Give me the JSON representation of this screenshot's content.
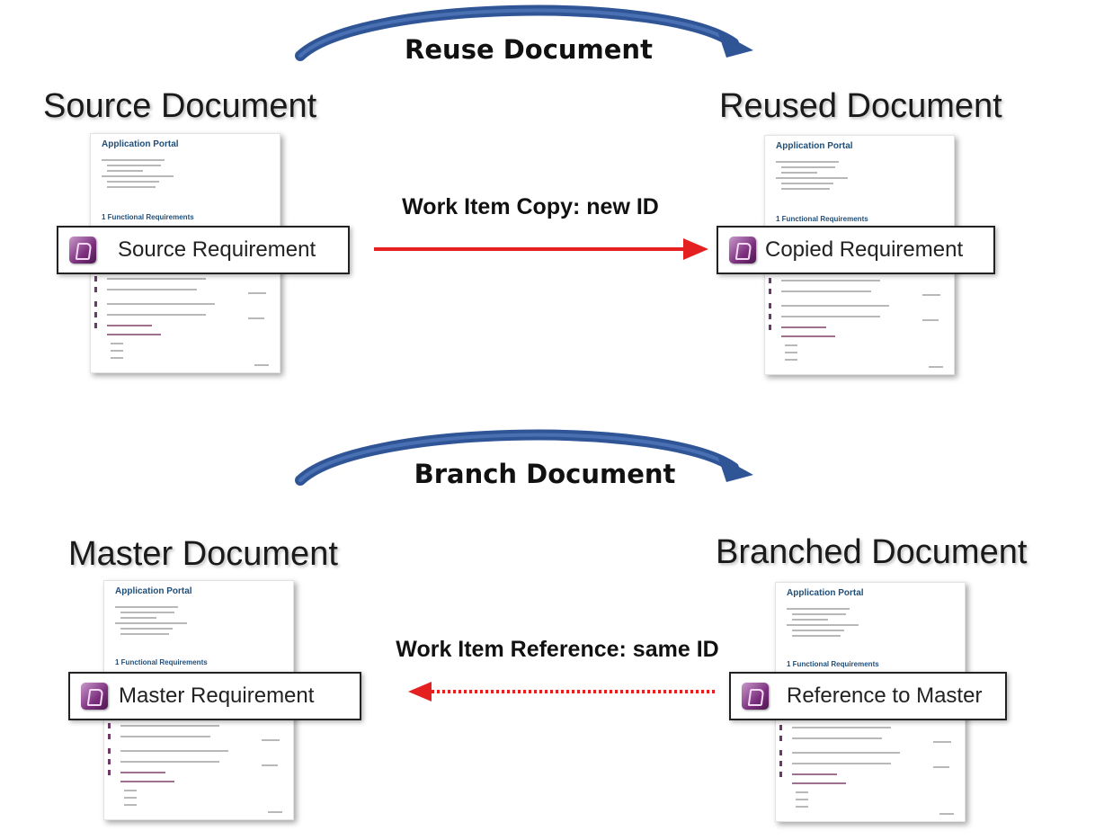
{
  "reuse": {
    "operation_label": "Reuse Document",
    "source": {
      "title": "Source Document",
      "thumbnail_heading": "Application Portal",
      "thumbnail_section": "1 Functional Requirements",
      "requirement_label": "Source Requirement"
    },
    "target": {
      "title": "Reused Document",
      "thumbnail_heading": "Application Portal",
      "thumbnail_section": "1 Functional Requirements",
      "requirement_label": "Copied Requirement"
    },
    "link_label": "Work Item Copy: new ID",
    "link_style": "solid",
    "link_color": "#e52020"
  },
  "branch": {
    "operation_label": "Branch Document",
    "source": {
      "title": "Master Document",
      "thumbnail_heading": "Application Portal",
      "thumbnail_section": "1 Functional Requirements",
      "requirement_label": "Master Requirement"
    },
    "target": {
      "title": "Branched Document",
      "thumbnail_heading": "Application Portal",
      "thumbnail_section": "1 Functional Requirements",
      "requirement_label": "Reference to Master"
    },
    "link_label": "Work Item Reference: same ID",
    "link_style": "dotted",
    "link_color": "#e52020"
  },
  "colors": {
    "curve_arrow": "#2f5597",
    "requirement_icon": "#7b2f7d",
    "thumbnail_heading": "#1f4e79"
  },
  "icons": {
    "curve_arrow": "curved-arrow-icon",
    "requirement": "requirement-icon"
  }
}
